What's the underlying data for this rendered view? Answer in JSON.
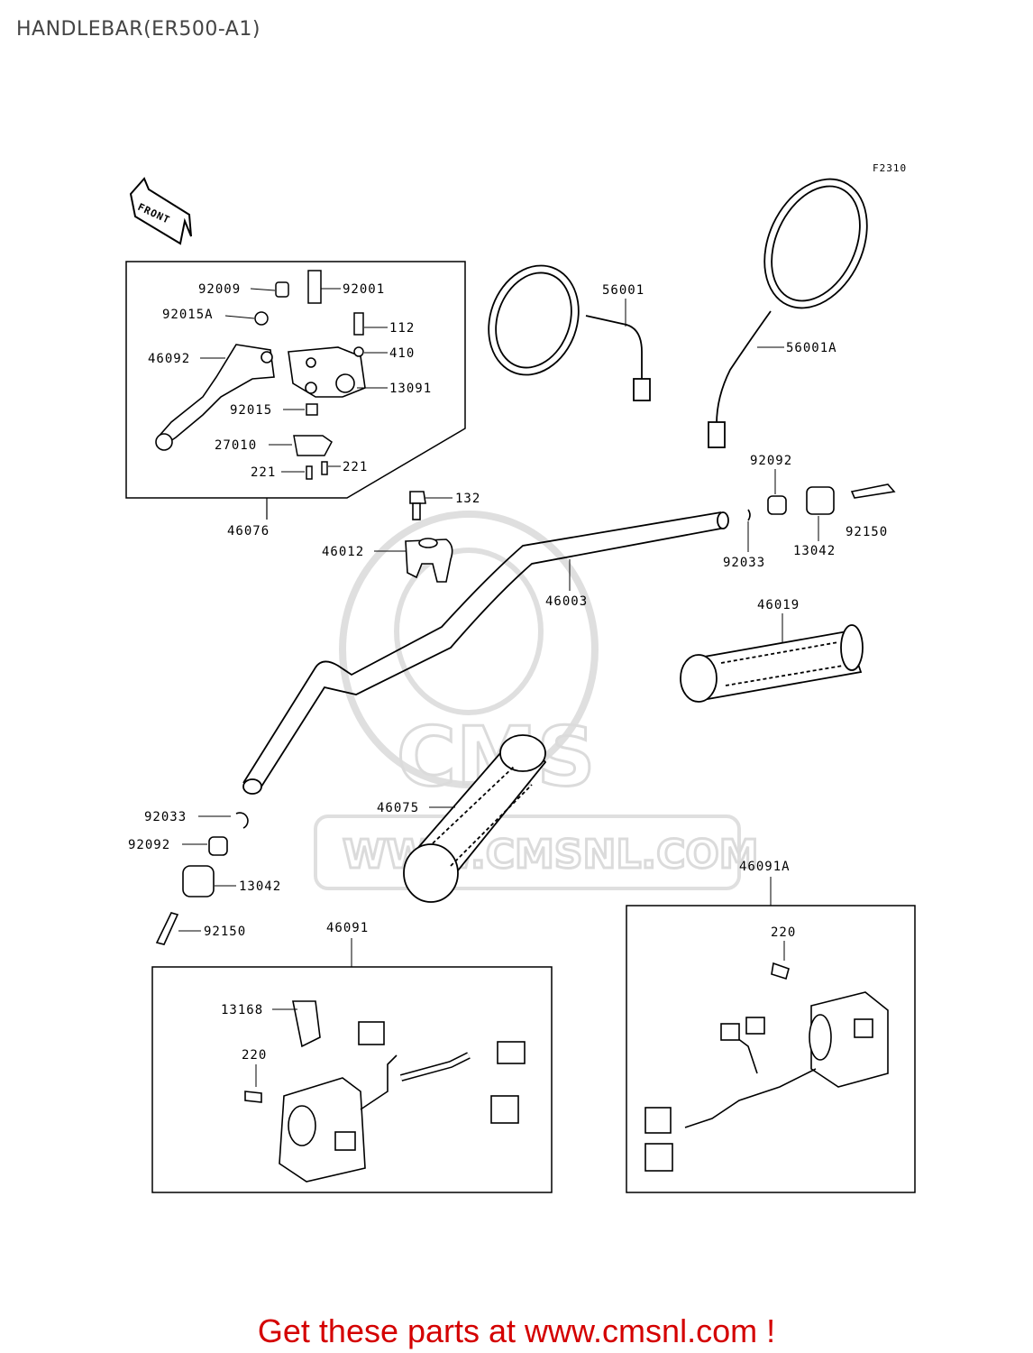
{
  "title": "HANDLEBAR(ER500-A1)",
  "figure_code": "F2310",
  "front_label": "FRONT",
  "watermark": {
    "logo": "CMS",
    "url": "WWW.CMSNL.COM"
  },
  "parts": {
    "p92009": "92009",
    "p92001": "92001",
    "p92015A": "92015A",
    "p112": "112",
    "p410": "410",
    "p46092": "46092",
    "p13091": "13091",
    "p92015": "92015",
    "p27010": "27010",
    "p221a": "221",
    "p221b": "221",
    "p46076": "46076",
    "p56001": "56001",
    "p56001A": "56001A",
    "p92092r": "92092",
    "p132": "132",
    "p46012": "46012",
    "p92150r": "92150",
    "p13042r": "13042",
    "p92033r": "92033",
    "p46003": "46003",
    "p46019": "46019",
    "p92033l": "92033",
    "p46075": "46075",
    "p92092l": "92092",
    "p13042l": "13042",
    "p46091A": "46091A",
    "p92150l": "92150",
    "p46091": "46091",
    "p220r": "220",
    "p13168": "13168",
    "p220l": "220"
  },
  "footer_cta": "Get these parts at www.cmsnl.com !",
  "colors": {
    "cta": "#d40000",
    "title": "#444444",
    "line": "#000000",
    "watermark": "#d8d8d8"
  }
}
